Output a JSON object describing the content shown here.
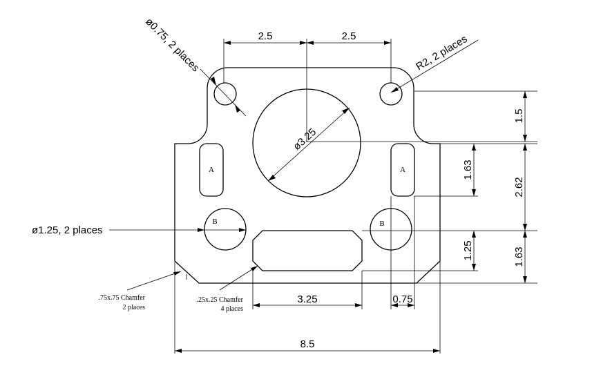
{
  "dimensions": {
    "top_left_span": "2.5",
    "top_right_span": "2.5",
    "small_hole": "ø0.75, 2 places",
    "corner_radius": "R2, 2 places",
    "big_hole": "ø3.25",
    "right_1_5": "1.5",
    "right_1_63_upper": "1.63",
    "right_2_62": "2.62",
    "right_1_25": "1.25",
    "right_1_63_lower": "1.63",
    "medium_hole": "ø1.25, 2 places",
    "slot_width": "3.25",
    "slot_gap": "0.75",
    "overall_width": "8.5"
  },
  "notes": {
    "chamfer_large_line1": ".75x.75 Chamfer",
    "chamfer_large_line2": "2 places",
    "chamfer_small_line1": ".25x.25 Chamfer",
    "chamfer_small_line2": "4 places"
  },
  "feature_labels": {
    "slot_left": "A",
    "slot_right": "A",
    "hole_left": "B",
    "hole_right": "B"
  }
}
